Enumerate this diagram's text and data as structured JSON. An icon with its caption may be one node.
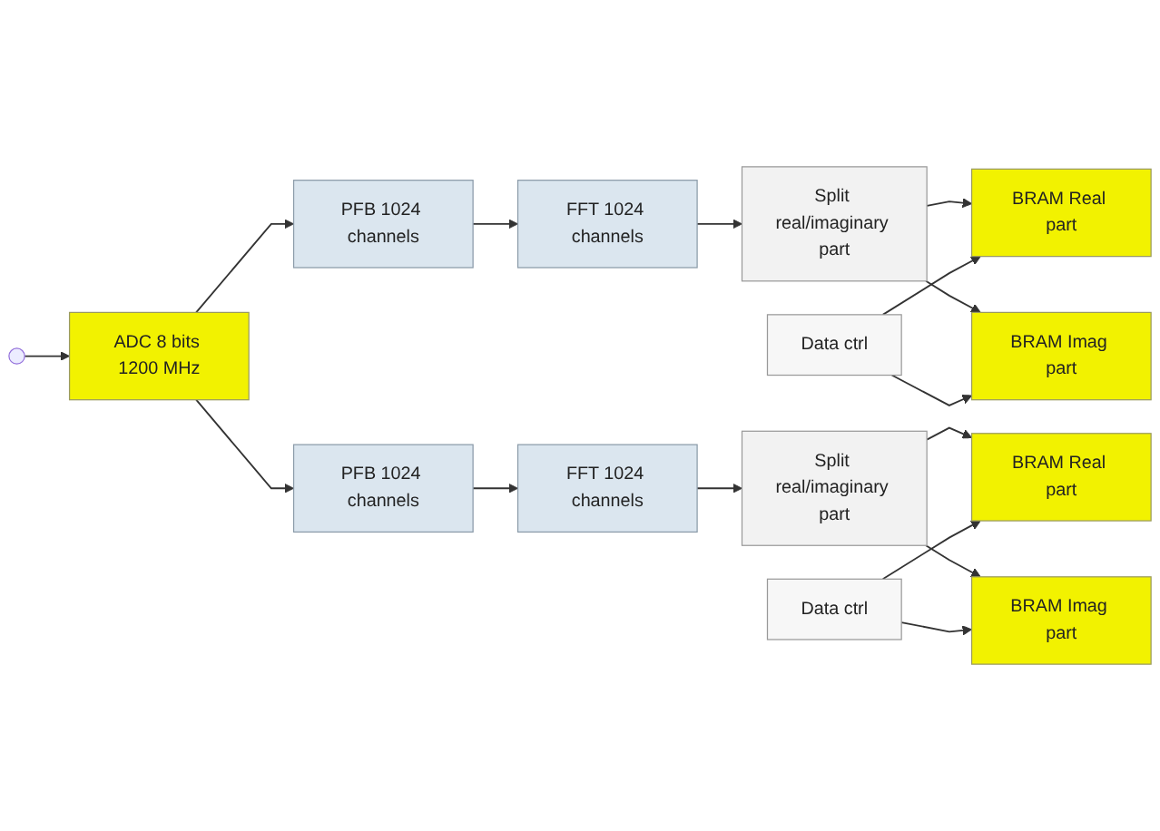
{
  "diagram": {
    "nodes": [
      {
        "text": [
          "ADC 8 bits 1200 MHz"
        ]
      },
      {
        "text": [
          "PFB 1024 channels"
        ]
      },
      {
        "text": [
          "FFT 1024 channels"
        ]
      },
      {
        "text": [
          "Split real/imaginary part"
        ]
      },
      {
        "text": [
          "BRAM Real part"
        ]
      },
      {
        "text": [
          "Data ctrl"
        ]
      },
      {
        "text": [
          "BRAM Imag part"
        ]
      },
      {
        "text": [
          "PFB 1024 channels"
        ]
      },
      {
        "text": [
          "FFT 1024 channels"
        ]
      },
      {
        "text": [
          "Split real/imaginary part"
        ]
      },
      {
        "text": [
          "BRAM Real part"
        ]
      },
      {
        "text": [
          "Data ctrl"
        ]
      },
      {
        "text": [
          "BRAM Imag part"
        ]
      }
    ],
    "edges": [
      {
        "from": null,
        "to": 0,
        "arrow": "to"
      },
      {
        "from": 0,
        "to": 1,
        "arrow": "to"
      },
      {
        "from": 0,
        "to": 7,
        "arrow": "to"
      },
      {
        "from": 1,
        "to": 2,
        "arrow": "to"
      },
      {
        "from": 2,
        "to": 3,
        "arrow": "to"
      },
      {
        "from": 3,
        "to": 4,
        "arrow": "to"
      },
      {
        "from": 3,
        "to": 6,
        "arrow": "to"
      },
      {
        "from": 5,
        "to": 4,
        "arrow": "to"
      },
      {
        "from": 5,
        "to": 6,
        "arrow": "to"
      },
      {
        "from": 7,
        "to": 8,
        "arrow": "to"
      },
      {
        "from": 8,
        "to": 9,
        "arrow": "to"
      },
      {
        "from": 9,
        "to": 10,
        "arrow": "to"
      },
      {
        "from": 9,
        "to": 12,
        "arrow": "to"
      },
      {
        "from": 11,
        "to": 10,
        "arrow": "to"
      },
      {
        "from": 11,
        "to": 12,
        "arrow": "to"
      }
    ]
  }
}
